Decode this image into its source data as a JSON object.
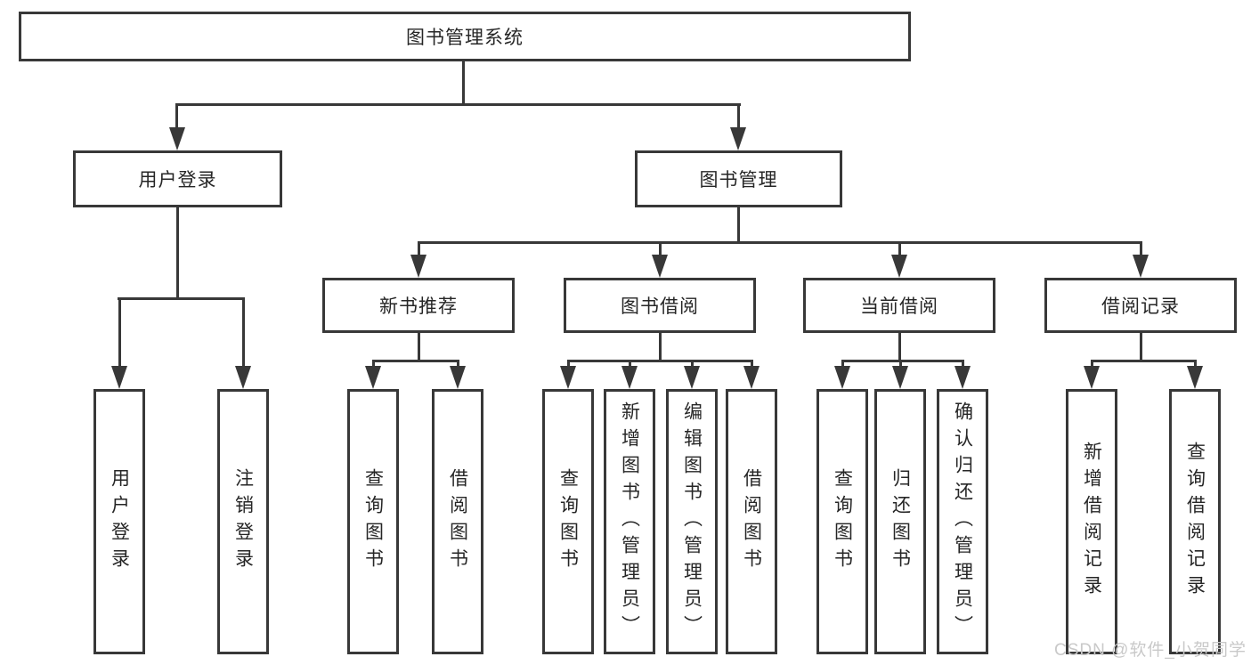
{
  "diagram_type": "hierarchy-tree",
  "colors": {
    "line": "#383838",
    "text": "#262626",
    "watermark": "#c9c9c9",
    "background": "#ffffff"
  },
  "watermark": "CSDN @软件_小贺同学",
  "tree": {
    "label": "图书管理系统",
    "children": [
      {
        "label": "用户登录",
        "children": [
          {
            "label": "用户登录"
          },
          {
            "label": "注销登录"
          }
        ]
      },
      {
        "label": "图书管理",
        "children": [
          {
            "label": "新书推荐",
            "children": [
              {
                "label": "查询图书"
              },
              {
                "label": "借阅图书"
              }
            ]
          },
          {
            "label": "图书借阅",
            "children": [
              {
                "label": "查询图书"
              },
              {
                "label": "新增图书（管理员）"
              },
              {
                "label": "编辑图书（管理员）"
              },
              {
                "label": "借阅图书"
              }
            ]
          },
          {
            "label": "当前借阅",
            "children": [
              {
                "label": "查询图书"
              },
              {
                "label": "归还图书"
              },
              {
                "label": "确认归还（管理员）"
              }
            ]
          },
          {
            "label": "借阅记录",
            "children": [
              {
                "label": "新增借阅记录"
              },
              {
                "label": "查询借阅记录"
              }
            ]
          }
        ]
      }
    ]
  }
}
